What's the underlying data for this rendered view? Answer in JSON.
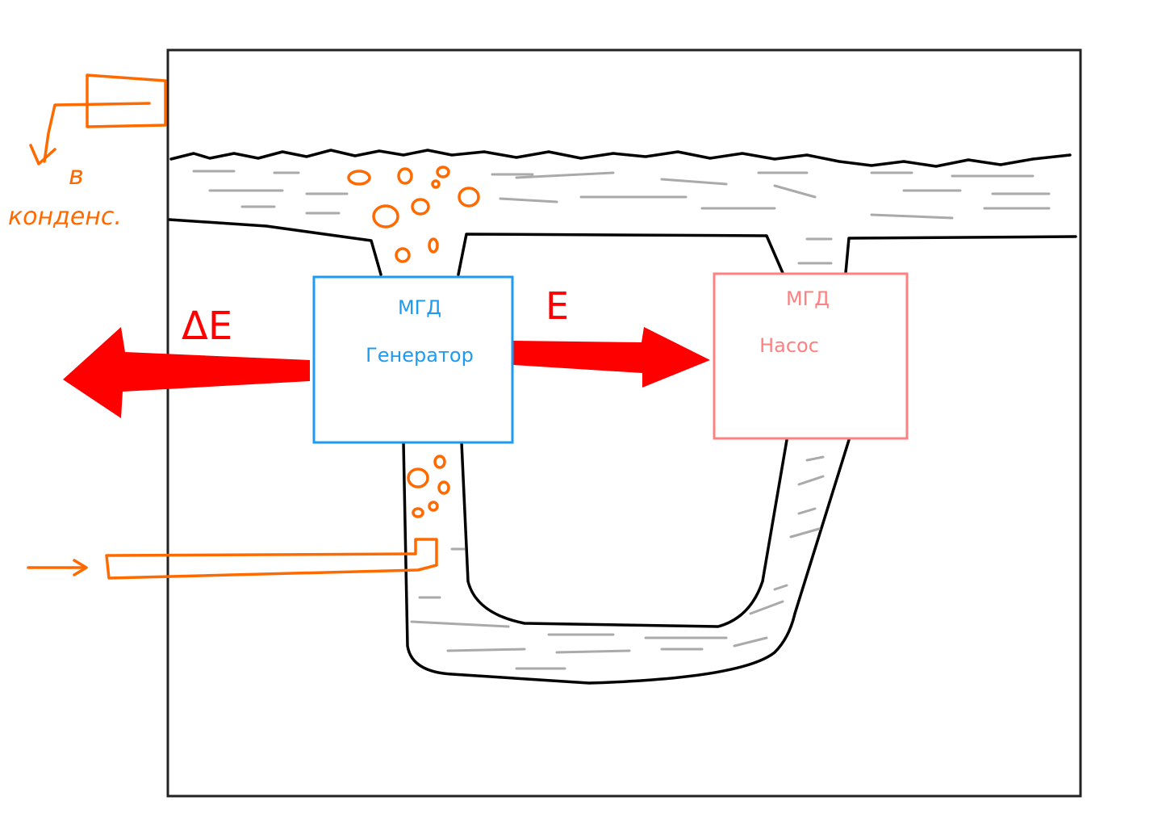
{
  "colors": {
    "generator": "#1e9bf0",
    "pump": "#ff8080",
    "energy": "#ff0000",
    "steam": "#ff6a00",
    "water_dashes": "#aaaaaa"
  },
  "generator": {
    "title": "МГД",
    "subtitle": "Генератор"
  },
  "pump": {
    "title": "МГД",
    "subtitle": "Насос"
  },
  "arrows": {
    "output_label": "ΔE",
    "transfer_label": "E"
  },
  "condenser_note": {
    "line1": "в",
    "line2": "конденс."
  }
}
